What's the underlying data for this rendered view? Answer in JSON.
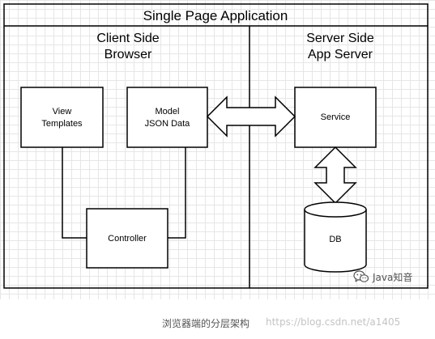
{
  "diagram": {
    "title": "Single Page Application",
    "client": {
      "heading_line1": "Client Side",
      "heading_line2": "Browser",
      "view_templates_line1": "View",
      "view_templates_line2": "Templates",
      "model_line1": "Model",
      "model_line2": "JSON Data",
      "controller": "Controller"
    },
    "server": {
      "heading_line1": "Server Side",
      "heading_line2": "App Server",
      "service": "Service",
      "db": "DB"
    }
  },
  "watermark": {
    "icon": "wechat-icon",
    "text": "Java知音"
  },
  "caption": {
    "text": "浏览器端的分层架构",
    "source_url": "https://blog.csdn.net/a1405"
  }
}
